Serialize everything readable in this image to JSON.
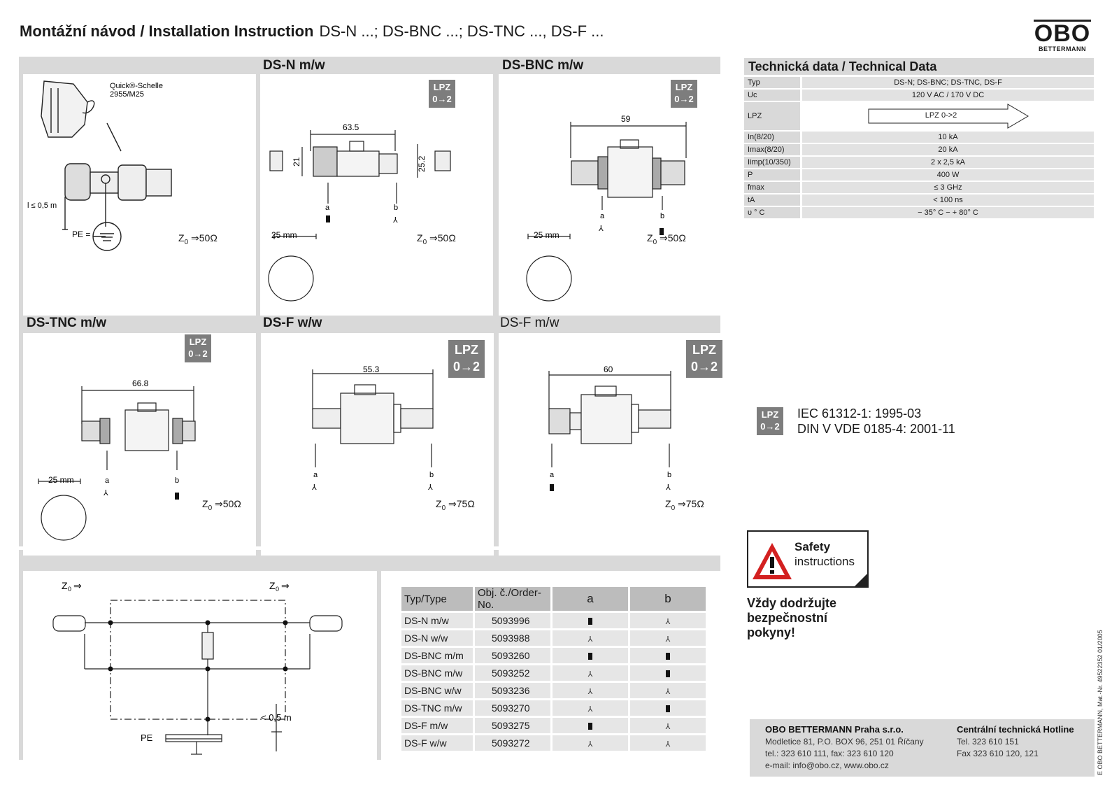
{
  "header": {
    "title_bold": "Montážní návod / Installation Instruction",
    "title_models": "DS-N ...; DS-BNC ...; DS-TNC ..., DS-F ...",
    "logo": "OBO",
    "logo_sub": "BETTERMANN"
  },
  "panels": {
    "clip": {
      "label": "Quick®-Schelle",
      "part": "2955/M25",
      "length": "l ≤ 0,5 m",
      "pe": "PE =",
      "z0": "Z",
      "z0_val": "⇒50Ω"
    },
    "ds_n": {
      "title": "DS-N m/w",
      "lpz1": "LPZ",
      "lpz2": "0→2",
      "dim_len": "63.5",
      "dim_h1": "21",
      "dim_h2": "25.2",
      "a": "a",
      "b": "b",
      "dia": "25 mm",
      "z0": "Z",
      "z0_val": "⇒50Ω"
    },
    "ds_bnc": {
      "title": "DS-BNC m/w",
      "lpz1": "LPZ",
      "lpz2": "0→2",
      "dim_len": "59",
      "a": "a",
      "b": "b",
      "dia": "25 mm",
      "z0": "Z",
      "z0_val": "⇒50Ω"
    },
    "ds_tnc": {
      "title": "DS-TNC m/w",
      "lpz1": "LPZ",
      "lpz2": "0→2",
      "dim_len": "66.8",
      "a": "a",
      "b": "b",
      "dia": "25 mm",
      "z0": "Z",
      "z0_val": "⇒50Ω"
    },
    "ds_f_ww": {
      "title": "DS-F w/w",
      "lpz1": "LPZ",
      "lpz2": "0→2",
      "dim_len": "55.3",
      "a": "a",
      "b": "b",
      "z0": "Z",
      "z0_val": "⇒75Ω"
    },
    "ds_f_mw": {
      "title": "DS-F m/w",
      "lpz1": "LPZ",
      "lpz2": "0→2",
      "dim_len": "60",
      "a": "a",
      "b": "b",
      "z0": "Z",
      "z0_val": "⇒75Ω"
    }
  },
  "circuit": {
    "z0_left": "Z",
    "z0_right": "Z",
    "arrow": "⇒",
    "pe": "PE",
    "dist": "< 0,5 m"
  },
  "tech": {
    "title": "Technická data / Technical Data",
    "rows": [
      {
        "k": "Typ",
        "v": "DS-N; DS-BNC; DS-TNC, DS-F"
      },
      {
        "k": "Uc",
        "v": "120 V AC / 170 V DC"
      },
      {
        "k": "LPZ",
        "v": "LPZ 0->2"
      },
      {
        "k": "In(8/20)",
        "v": "10 kA"
      },
      {
        "k": "Imax(8/20)",
        "v": "20 kA"
      },
      {
        "k": "Iimp(10/350)",
        "v": "2 x 2,5 kA"
      },
      {
        "k": "P",
        "v": "400 W"
      },
      {
        "k": "fmax",
        "v": "≤ 3 GHz"
      },
      {
        "k": "tA",
        "v": "< 100 ns"
      },
      {
        "k": "υ ° C",
        "v": "− 35° C − + 80° C"
      }
    ]
  },
  "norms": {
    "lpz1": "LPZ",
    "lpz2": "0→2",
    "line1": "IEC 61312-1: 1995-03",
    "line2": "DIN V VDE 0185-4: 2001-11"
  },
  "safety": {
    "line1": "Safety",
    "line2": "instructions",
    "warn1": "Vždy dodržujte",
    "warn2": "bezpečnostní",
    "warn3": "pokyny!"
  },
  "orders": {
    "headers": [
      "Typ/Type",
      "Obj. č./Order-No.",
      "a",
      "b"
    ],
    "rows": [
      {
        "type": "DS-N m/w",
        "no": "5093996",
        "a": "f",
        "b": "m"
      },
      {
        "type": "DS-N w/w",
        "no": "5093988",
        "a": "m",
        "b": "m"
      },
      {
        "type": "DS-BNC m/m",
        "no": "5093260",
        "a": "f",
        "b": "f"
      },
      {
        "type": "DS-BNC m/w",
        "no": "5093252",
        "a": "m",
        "b": "f"
      },
      {
        "type": "DS-BNC w/w",
        "no": "5093236",
        "a": "m",
        "b": "m"
      },
      {
        "type": "DS-TNC m/w",
        "no": "5093270",
        "a": "m",
        "b": "f"
      },
      {
        "type": "DS-F m/w",
        "no": "5093275",
        "a": "f",
        "b": "m"
      },
      {
        "type": "DS-F w/w",
        "no": "5093272",
        "a": "m",
        "b": "m"
      }
    ]
  },
  "footer": {
    "company": "OBO BETTERMANN Praha s.r.o.",
    "addr1": "Modletice 81, P.O. BOX 96, 251 01 Říčany",
    "addr2": "tel.: 323 610 111, fax: 323 610 120",
    "addr3": "e-mail: info@obo.cz, www.obo.cz",
    "hotline": "Centrální technická Hotline",
    "tel": "Tel. 323 610 151",
    "fax": "Fax 323 610 120, 121"
  },
  "side_text": "E OBO BETTERMANN, Mat.-Nr. 49522352 01/2005"
}
